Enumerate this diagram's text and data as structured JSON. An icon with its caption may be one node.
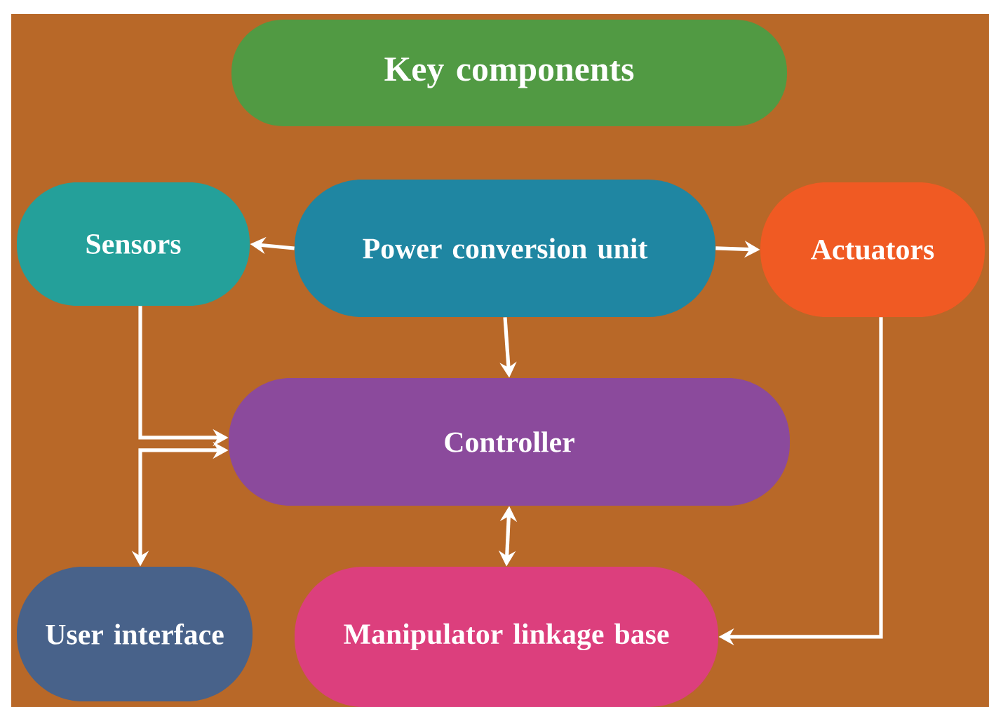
{
  "diagram": {
    "nodes": [
      {
        "text": [
          "Key components"
        ]
      },
      {
        "text": [
          "Sensors"
        ]
      },
      {
        "text": [
          "Power conversion unit"
        ]
      },
      {
        "text": [
          "Actuators"
        ]
      },
      {
        "text": [
          "Controller"
        ]
      },
      {
        "text": [
          "User interface"
        ]
      },
      {
        "text": [
          "Manipulator linkage base"
        ]
      }
    ],
    "edges": [
      {
        "from": 2,
        "to": 1,
        "arrow": "to"
      },
      {
        "from": 2,
        "to": 3,
        "arrow": "to"
      },
      {
        "from": 2,
        "to": 4,
        "arrow": "to"
      },
      {
        "from": 1,
        "to": 4,
        "arrow": "to"
      },
      {
        "from": 4,
        "to": 5,
        "arrow": "both"
      },
      {
        "from": 4,
        "to": 6,
        "arrow": "both"
      },
      {
        "from": 3,
        "to": 6,
        "arrow": "to"
      }
    ]
  }
}
